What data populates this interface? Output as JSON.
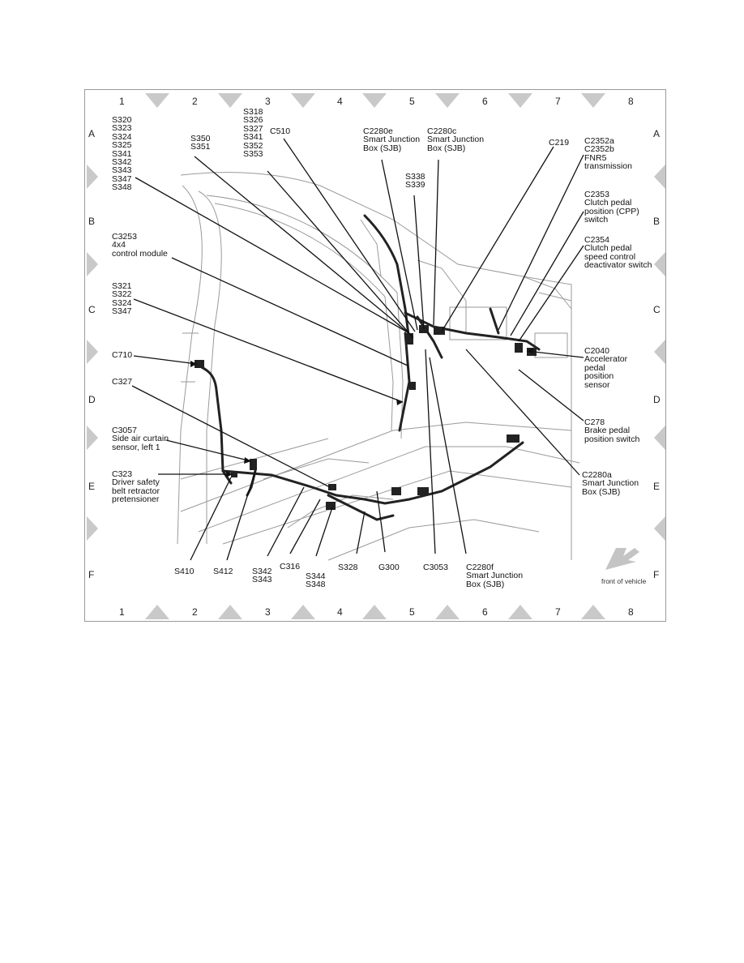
{
  "grid": {
    "columns": [
      "1",
      "2",
      "3",
      "4",
      "5",
      "6",
      "7",
      "8"
    ],
    "rows": [
      "A",
      "B",
      "C",
      "D",
      "E",
      "F"
    ]
  },
  "callouts": [
    {
      "id": "s320-group",
      "lines": [
        "S320",
        "S323",
        "S324",
        "S325",
        "S341",
        "S342",
        "S343",
        "S347",
        "S348"
      ]
    },
    {
      "id": "s350-group",
      "lines": [
        "S350",
        "S351"
      ]
    },
    {
      "id": "s318-group",
      "lines": [
        "S318",
        "S326",
        "S327",
        "S341",
        "S352",
        "S353"
      ]
    },
    {
      "id": "c510",
      "lines": [
        "C510"
      ]
    },
    {
      "id": "c2280e",
      "lines": [
        "C2280e",
        "Smart Junction",
        "Box (SJB)"
      ]
    },
    {
      "id": "c2280c",
      "lines": [
        "C2280c",
        "Smart Junction",
        "Box (SJB)"
      ]
    },
    {
      "id": "s338-group",
      "lines": [
        "S338",
        "S339"
      ]
    },
    {
      "id": "c219",
      "lines": [
        "C219"
      ]
    },
    {
      "id": "c2352",
      "lines": [
        "C2352a",
        "C2352b",
        "FNR5",
        "transmission"
      ]
    },
    {
      "id": "c2353",
      "lines": [
        "C2353",
        "Clutch pedal",
        "position (CPP)",
        "switch"
      ]
    },
    {
      "id": "c2354",
      "lines": [
        "C2354",
        "Clutch pedal",
        "speed control",
        "deactivator switch"
      ]
    },
    {
      "id": "c3253",
      "lines": [
        "C3253",
        "4x4",
        "control module"
      ]
    },
    {
      "id": "s321-group",
      "lines": [
        "S321",
        "S322",
        "S324",
        "S347"
      ]
    },
    {
      "id": "c710",
      "lines": [
        "C710"
      ]
    },
    {
      "id": "c2040",
      "lines": [
        "C2040",
        "Accelerator",
        "pedal",
        "position",
        "sensor"
      ]
    },
    {
      "id": "c327",
      "lines": [
        "C327"
      ]
    },
    {
      "id": "c278",
      "lines": [
        "C278",
        "Brake pedal",
        "position switch"
      ]
    },
    {
      "id": "c3057",
      "lines": [
        "C3057",
        "Side air curtain",
        "sensor, left 1"
      ]
    },
    {
      "id": "c323",
      "lines": [
        "C323",
        "Driver safety",
        "belt retractor",
        "pretensioner"
      ]
    },
    {
      "id": "c2280a",
      "lines": [
        "C2280a",
        "Smart Junction",
        "Box (SJB)"
      ]
    },
    {
      "id": "s410",
      "lines": [
        "S410"
      ]
    },
    {
      "id": "s412",
      "lines": [
        "S412"
      ]
    },
    {
      "id": "s342-group",
      "lines": [
        "S342",
        "S343"
      ]
    },
    {
      "id": "c316",
      "lines": [
        "C316"
      ]
    },
    {
      "id": "s344-group",
      "lines": [
        "S344",
        "S348"
      ]
    },
    {
      "id": "s328",
      "lines": [
        "S328"
      ]
    },
    {
      "id": "g300",
      "lines": [
        "G300"
      ]
    },
    {
      "id": "c3053",
      "lines": [
        "C3053"
      ]
    },
    {
      "id": "c2280f",
      "lines": [
        "C2280f",
        "Smart Junction",
        "Box (SJB)"
      ]
    }
  ],
  "front_of_vehicle": "front of vehicle"
}
